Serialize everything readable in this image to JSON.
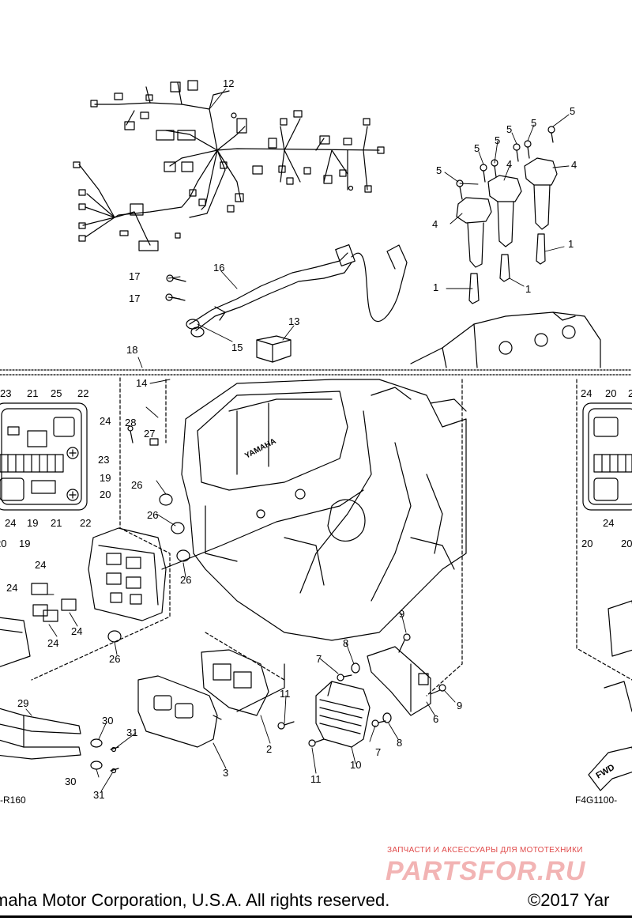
{
  "labels": {
    "l1": "1",
    "l2": "2",
    "l3": "3",
    "l4": "4",
    "l5": "5",
    "l6": "6",
    "l7": "7",
    "l8": "8",
    "l9": "9",
    "l10": "10",
    "l11": "11",
    "l12": "12",
    "l13": "13",
    "l14": "14",
    "l15": "15",
    "l16": "16",
    "l17": "17",
    "l18": "18",
    "l19": "19",
    "l20": "20",
    "l21": "21",
    "l22": "22",
    "l23": "23",
    "l24": "24",
    "l25": "25",
    "l26": "26",
    "l27": "27",
    "l28": "28",
    "l29": "29",
    "l30": "30",
    "l31": "31"
  },
  "codes": {
    "left": "-R160",
    "right": "F4G1100-"
  },
  "engine_brand": "YAMAHA",
  "fwd_label": "FWD",
  "watermark": {
    "tagline": "ЗАПЧАСТИ И АКСЕССУАРЫ ДЛЯ МОТОТЕХНИКИ",
    "logo": "PARTSFOR.RU"
  },
  "footer": {
    "copyright_left": "maha Motor Corporation, U.S.A. All rights reserved.",
    "copyright_right": "©2017 Yar"
  },
  "colors": {
    "line": "#000000",
    "watermark_red": "#e04a4a",
    "watermark_pink": "#f2b4b4"
  }
}
